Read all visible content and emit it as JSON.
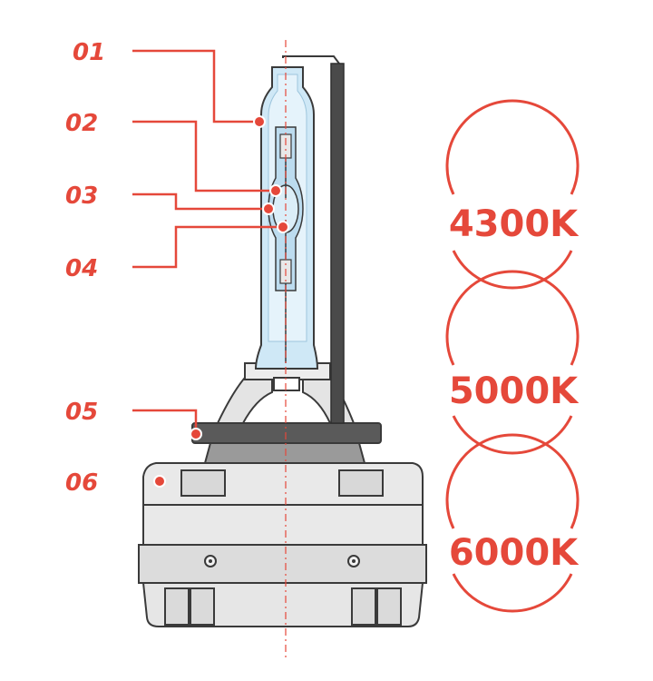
{
  "parts": [
    {
      "id": "01"
    },
    {
      "id": "02"
    },
    {
      "id": "03"
    },
    {
      "id": "04"
    },
    {
      "id": "05"
    },
    {
      "id": "06"
    }
  ],
  "color_temperatures": [
    "4300K",
    "5000K",
    "6000K"
  ],
  "colors": {
    "accent": "#e5483a",
    "glass": "#cfe8f6",
    "base_light": "#e6e6e6",
    "base_mid": "#cfcfcf",
    "ring_dark": "#555555",
    "outline": "#3a3a3a"
  }
}
